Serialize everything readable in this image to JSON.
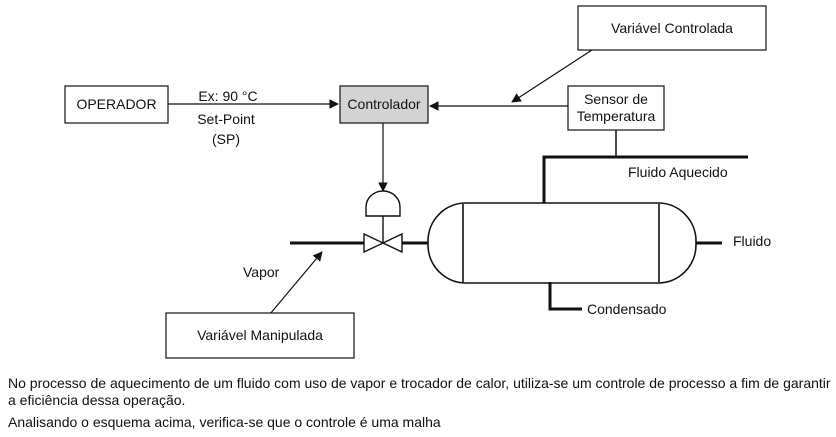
{
  "diagram": {
    "operator": "OPERADOR",
    "setpoint_example": "Ex: 90 °C",
    "setpoint_label": "Set-Point",
    "setpoint_abbr": "(SP)",
    "controller": "Controlador",
    "controlled_variable": "Variável Controlada",
    "sensor_line1": "Sensor de",
    "sensor_line2": "Temperatura",
    "heated_fluid": "Fluido Aquecido",
    "fluid": "Fluido",
    "condensate": "Condensado",
    "steam": "Vapor",
    "manipulated_variable": "Variável Manipulada",
    "controller_fill": "#d3d3d3"
  },
  "text": {
    "paragraph1": "No processo de aquecimento de um fluido com uso de vapor e trocador de calor, utiliza-se um controle de processo a fim de garantir a eficiência dessa operação.",
    "paragraph2": "Analisando o esquema acima, verifica-se que o controle é uma malha"
  }
}
